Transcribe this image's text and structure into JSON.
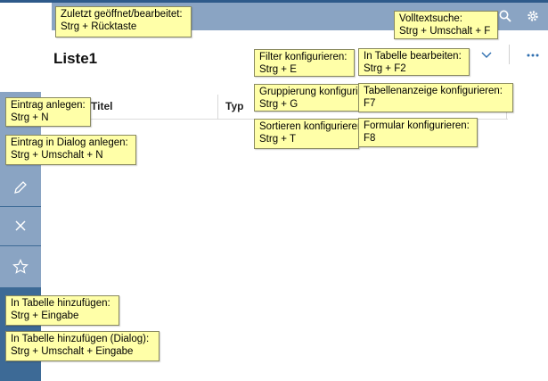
{
  "list": {
    "title": "Liste1",
    "columns": [
      "Titel",
      "Typ"
    ]
  },
  "icons": {
    "search": "search-icon",
    "settings": "gear-icon",
    "dropdown": "chevron-down-icon",
    "more": "more-icon",
    "edit": "pencil-icon",
    "delete": "close-icon",
    "favorite": "star-icon"
  },
  "colors": {
    "topbar": "#8aa4c3",
    "topbar_border": "#2e5a8a",
    "sidebar": "#8aa4c3",
    "sidebar_dark": "#3d6a96",
    "tooltip_bg": "#ffffa8",
    "accent": "#2e6fb0"
  },
  "tooltips": {
    "recent": {
      "label": "Zuletzt geöffnet/bearbeitet:",
      "keys": "Strg + Rücktaste"
    },
    "fulltext": {
      "label": "Volltextsuche:",
      "keys": "Strg + Umschalt + F"
    },
    "filter": {
      "label": "Filter konfigurieren:",
      "keys": "Strg + E"
    },
    "table_edit": {
      "label": "In Tabelle bearbeiten:",
      "keys": "Strg + F2"
    },
    "grouping": {
      "label": "Gruppierung konfigurieren:",
      "keys": "Strg + G"
    },
    "table_display": {
      "label": "Tabellenanzeige konfigurieren:",
      "keys": "F7"
    },
    "sorting": {
      "label": "Sortieren konfigurieren:",
      "keys": "Strg + T"
    },
    "form": {
      "label": "Formular konfigurieren:",
      "keys": "F8"
    },
    "new_entry": {
      "label": "Eintrag anlegen:",
      "keys": "Strg + N"
    },
    "new_dialog": {
      "label": "Eintrag in Dialog anlegen:",
      "keys": "Strg + Umschalt + N"
    },
    "table_add": {
      "label": "In Tabelle hinzufügen:",
      "keys": "Strg + Eingabe"
    },
    "table_add_dlg": {
      "label": "In Tabelle hinzufügen (Dialog):",
      "keys": "Strg + Umschalt + Eingabe"
    }
  }
}
